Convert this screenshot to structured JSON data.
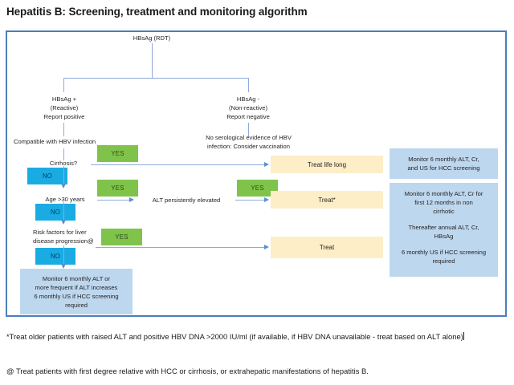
{
  "page": {
    "title": "Hepatitis B: Screening, treatment and monitoring algorithm",
    "frame_border_color": "#4a7ebb",
    "connector_color": "#8faadc"
  },
  "palette": {
    "yes_chip": "#7fc34b",
    "no_chip": "#1aabe3",
    "treat_box": "#fdeec8",
    "monitor_box": "#bdd7ee",
    "frame": "#4a7ebb"
  },
  "flow": {
    "root": "HBsAg (RDT)",
    "branch_positive": "HBsAg +\n(Reactive)\nReport positive",
    "branch_negative": "HBsAg -\n(Non-reactive)\nReport negative",
    "positive_followup": "Compatible with HBV infection",
    "negative_followup": "No serological evidence of HBV\ninfection: Consider vaccination",
    "decisions": [
      {
        "label": "Cirrhosis?",
        "yes": "YES",
        "no": "NO"
      },
      {
        "label": "Age >30 years",
        "yes": "YES",
        "no": "NO"
      },
      {
        "label": "Risk factors for liver\ndisease progression@",
        "yes": "YES",
        "no": "NO"
      }
    ],
    "alt_node": {
      "label": "ALT persistently elevated",
      "yes": "YES"
    },
    "treatments": [
      {
        "label": "Treat life long"
      },
      {
        "label": "Treat*"
      },
      {
        "label": "Treat"
      }
    ],
    "monitor_no_treatment": "Monitor 6 monthly ALT or\nmore frequent if ALT increases\n6 monthly US if HCC screening\nrequired",
    "monitor_cirrhotic": "Monitor 6 monthly ALT, Cr,\nand US for HCC screening",
    "monitor_treated": [
      "Monitor 6 monthly ALT, Cr for\nfirst 12 months in non\ncirrhotic",
      "Thereafter annual ALT, Cr,\nHBsAg",
      "6 monthly US if HCC screening\nrequired"
    ]
  },
  "footnotes": {
    "star": "*Treat older patients with raised ALT and positive HBV DNA >2000 IU/ml (if available, if HBV DNA unavailable - treat based on ALT alone)",
    "at": "@ Treat patients with first degree relative with HCC or cirrhosis, or extrahepatic manifestations of hepatitis B."
  }
}
